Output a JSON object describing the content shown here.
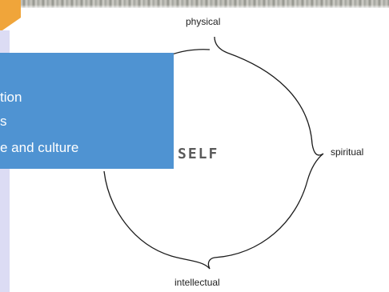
{
  "slide": {
    "text_lines": [
      "tion",
      "s",
      "e and culture"
    ]
  },
  "diagram": {
    "center": "SELF",
    "labels": {
      "top": "physical",
      "right": "spiritual",
      "bottom": "intellectual"
    }
  },
  "colors": {
    "box": "#4f93d2",
    "accent": "#f0a53a",
    "strip": "#dcdcf4"
  }
}
